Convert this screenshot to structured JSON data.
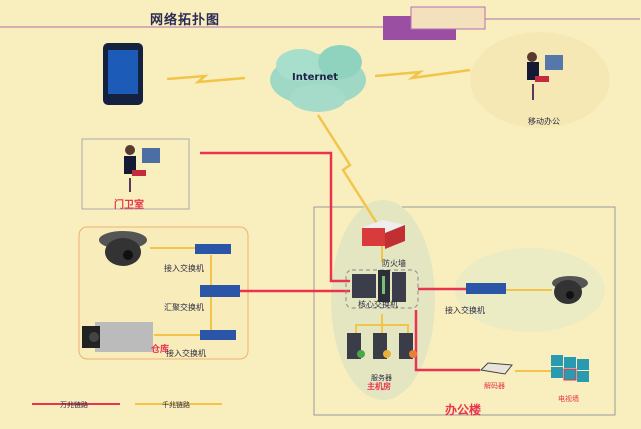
{
  "title": "网络拓扑图",
  "nodes": {
    "internet": "Internet",
    "mobile_office": "移动办公",
    "guard_room": "门卫室",
    "access_switch_1": "接入交换机",
    "aggregation_switch": "汇聚交换机",
    "access_switch_2": "接入交换机",
    "warehouse": "仓库",
    "firewall": "防火墙",
    "core_switch": "核心交换机",
    "servers": "服务器",
    "server_room": "主机房",
    "access_switch_3": "接入交换机",
    "decoder": "解码器",
    "video_wall": "电视墙",
    "office_building": "办公楼"
  },
  "legend": [
    {
      "label": "万兆链路",
      "color": "#e8344e"
    },
    {
      "label": "千兆链路",
      "color": "#f2c44a"
    }
  ],
  "colors": {
    "background": "#f9efbe",
    "ten_gig_link": "#e8344e",
    "gig_link": "#f2c44a",
    "header_accent": "#9b4fa3"
  }
}
